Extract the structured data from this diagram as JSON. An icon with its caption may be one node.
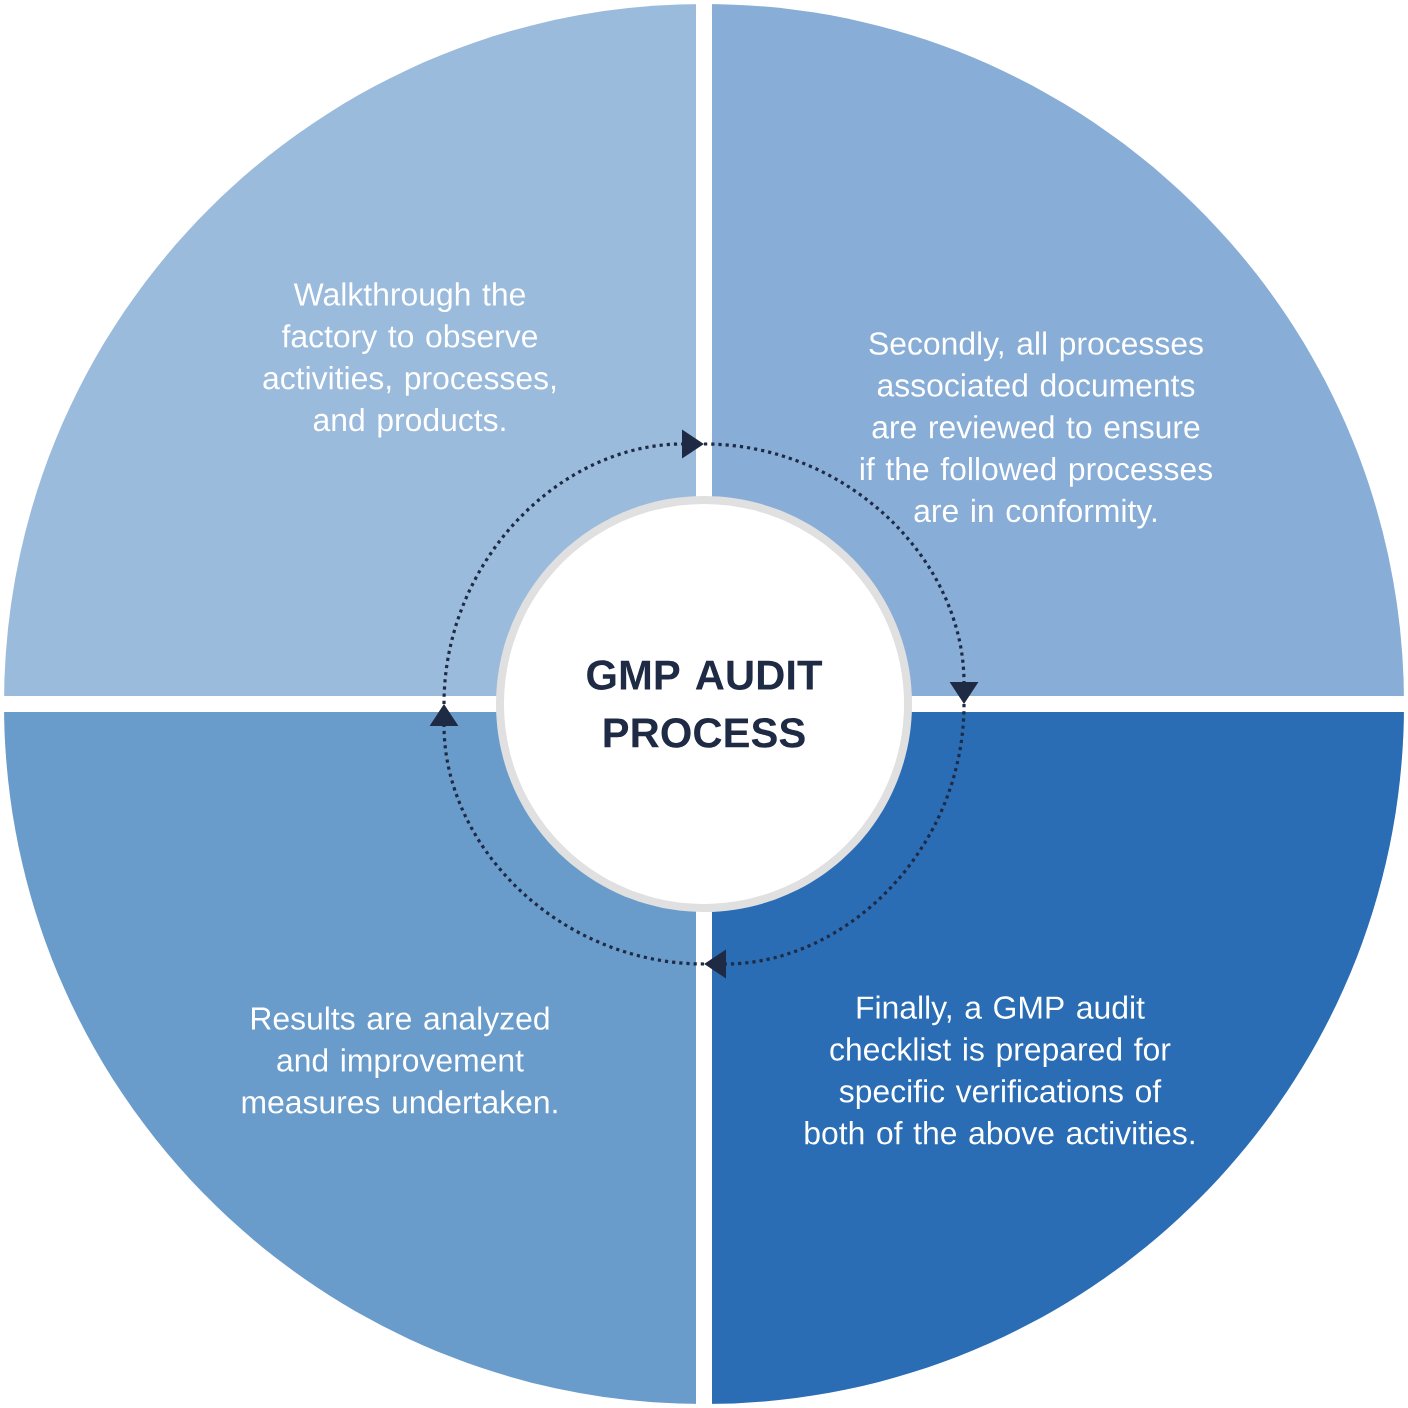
{
  "diagram": {
    "nodes": [
      {
        "text": [
          "GMP AUDIT PROCESS"
        ]
      },
      {
        "text": [
          "Walkthrough the factory to observe activities, processes, and products."
        ]
      },
      {
        "text": [
          "Secondly, all processes associated documents are reviewed to ensure if the followed processes are in conformity."
        ]
      },
      {
        "text": [
          "Finally, a GMP audit checklist is prepared for specific verifications of both of the above activities."
        ]
      },
      {
        "text": [
          "Results are analyzed and improvement measures undertaken."
        ]
      }
    ],
    "edges": [
      {
        "from": 1,
        "to": 2,
        "arrow": "to"
      },
      {
        "from": 2,
        "to": 3,
        "arrow": "to"
      },
      {
        "from": 3,
        "to": 4,
        "arrow": "to"
      },
      {
        "from": 4,
        "to": 1,
        "arrow": "to"
      }
    ]
  }
}
